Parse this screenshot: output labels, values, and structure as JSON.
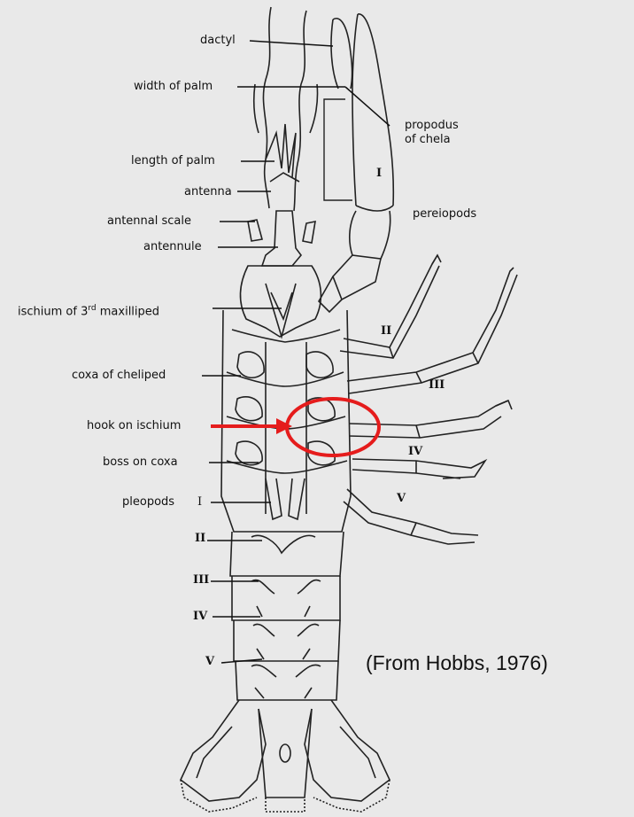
{
  "labels": {
    "dactyl": "dactyl",
    "width_of_palm": "width of palm",
    "propodus_of_chela": "propodus\nof chela",
    "length_of_palm": "length of palm",
    "antenna": "antenna",
    "antennal_scale": "antennal scale",
    "antennule": "antennule",
    "pereiopods": "pereiopods",
    "ischium_3rd_pre": "ischium of 3",
    "ischium_3rd_sup": "rd",
    "ischium_3rd_post": " maxilliped",
    "coxa_of_cheliped": "coxa of cheliped",
    "hook_on_ischium": "hook on ischium",
    "boss_on_coxa": "boss on coxa",
    "pleopods": "pleopods"
  },
  "pereiopod_numerals": [
    "I",
    "II",
    "III",
    "IV",
    "V"
  ],
  "pleopod_numerals": [
    "I",
    "II",
    "III",
    "IV",
    "V"
  ],
  "citation": "(From Hobbs, 1976)",
  "colors": {
    "highlight": "#e51c1c",
    "ink": "#111111",
    "background": "#e9e9e9"
  }
}
